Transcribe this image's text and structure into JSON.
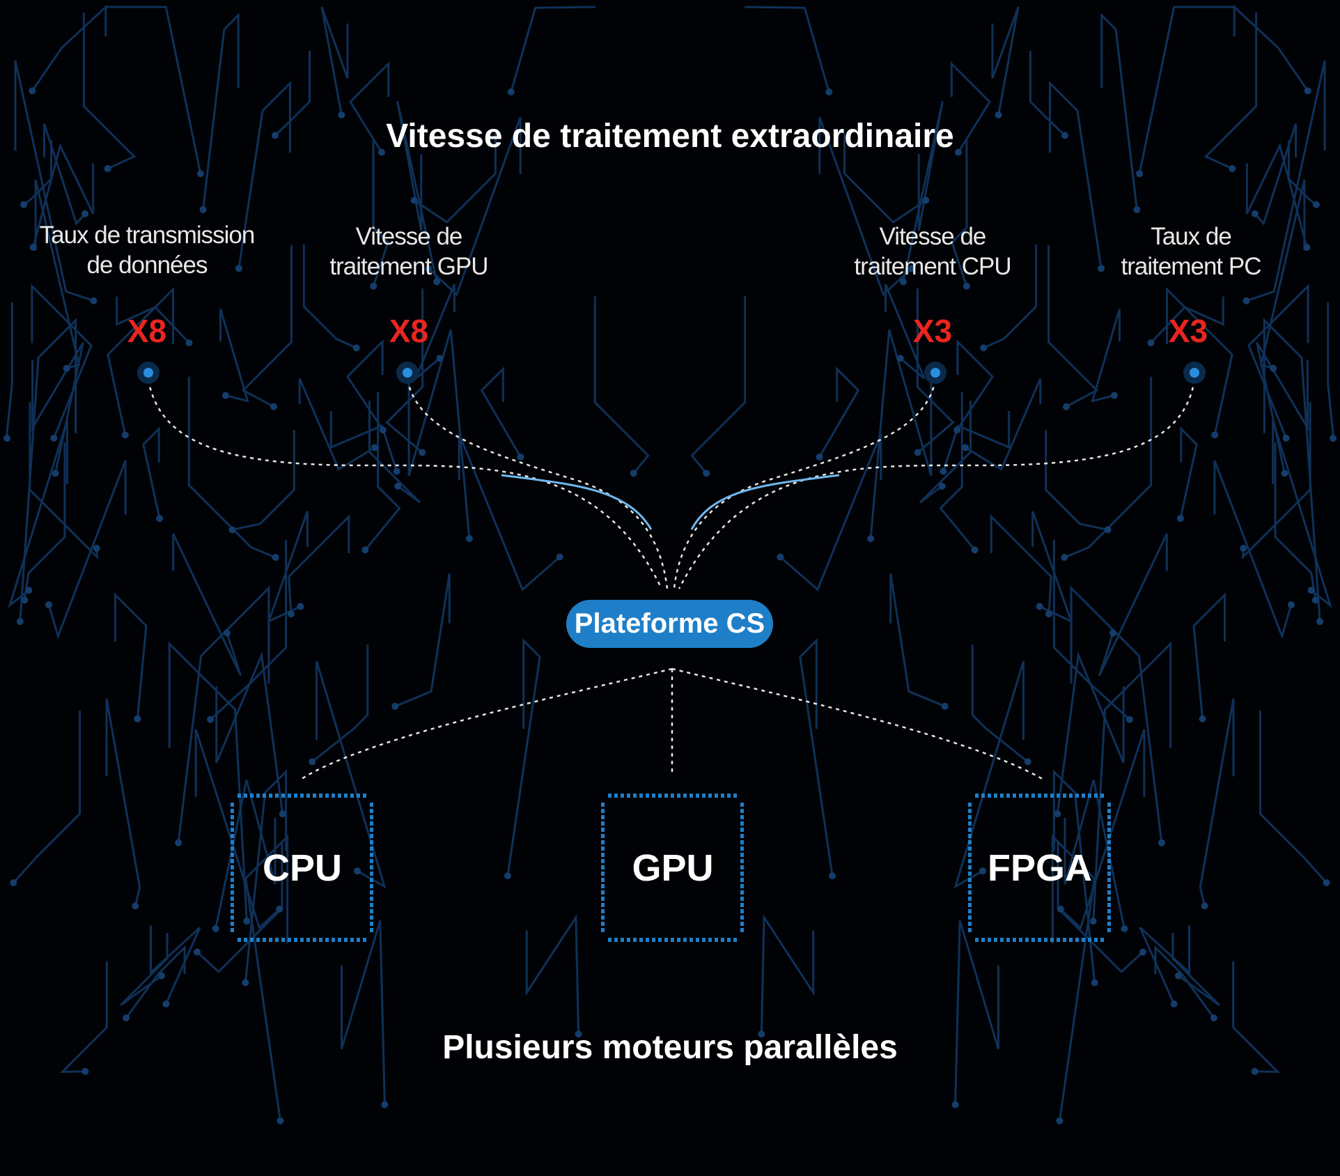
{
  "header": {
    "title": "Vitesse de traitement extraordinaire"
  },
  "metrics": [
    {
      "label_line1": "Taux de transmission",
      "label_line2": "de données",
      "multiplier": "X8"
    },
    {
      "label_line1": "Vitesse de",
      "label_line2": "traitement GPU",
      "multiplier": "X8"
    },
    {
      "label_line1": "Vitesse de",
      "label_line2": "traitement CPU",
      "multiplier": "X3"
    },
    {
      "label_line1": "Taux de",
      "label_line2": "traitement PC",
      "multiplier": "X3"
    }
  ],
  "platform": {
    "label": "Plateforme CS"
  },
  "engines": [
    {
      "label": "CPU"
    },
    {
      "label": "GPU"
    },
    {
      "label": "FPGA"
    }
  ],
  "footer": {
    "title": "Plusieurs moteurs parallèles"
  },
  "colors": {
    "accent": "#1e7fc8",
    "multiplier": "#e8261f",
    "trace": "#123a66",
    "background": "#010205"
  }
}
